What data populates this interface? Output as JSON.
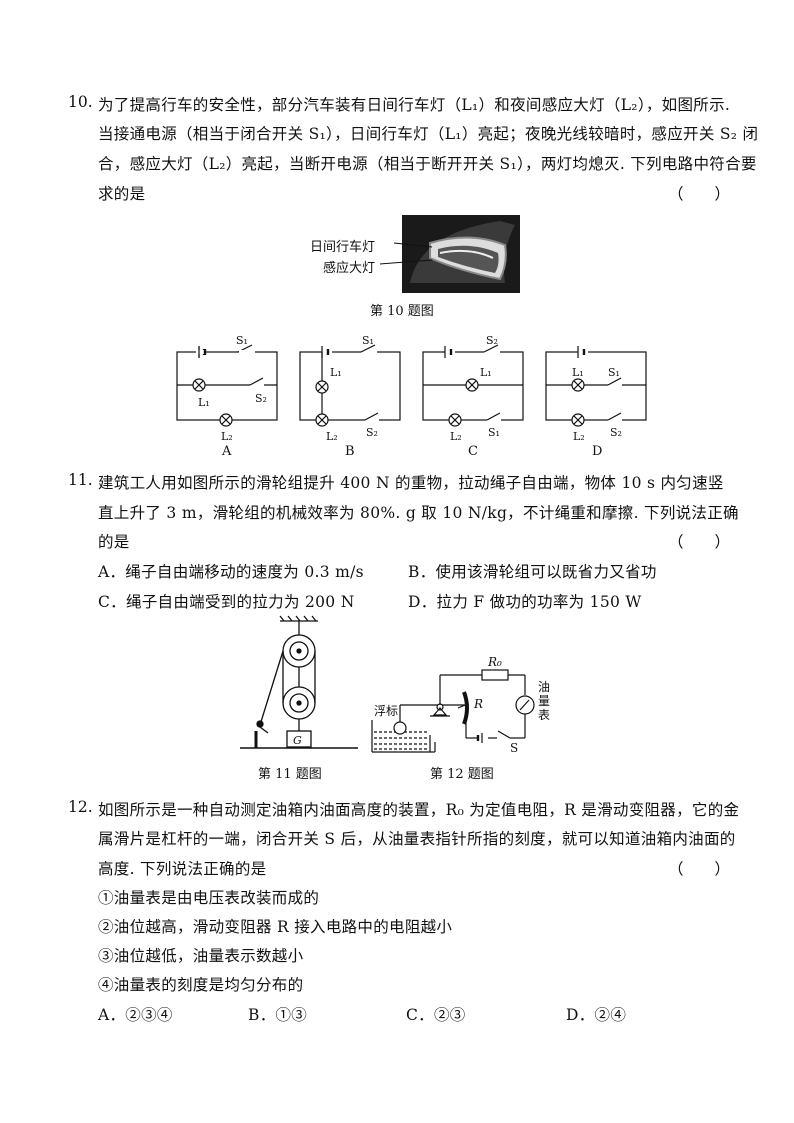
{
  "q10": {
    "number": "10.",
    "lines": [
      "为了提高行车的安全性，部分汽车装有日间行车灯（L₁）和夜间感应大灯（L₂），如图所示.",
      "当接通电源（相当于闭合开关 S₁），日间行车灯（L₁）亮起；夜晚光线较暗时，感应开关 S₂ 闭",
      "合，感应大灯（L₂）亮起，当断开电源（相当于断开开关 S₁），两灯均熄灭. 下列电路中符合要",
      "求的是"
    ],
    "paren": "（　　）",
    "figure_labels": [
      "日间行车灯",
      "感应大灯"
    ],
    "figure_caption": "第 10 题图",
    "circuit_options": [
      "A",
      "B",
      "C",
      "D"
    ],
    "circuit_labels": {
      "s1": "S₁",
      "s2": "S₂",
      "l1": "L₁",
      "l2": "L₂"
    }
  },
  "q11": {
    "number": "11.",
    "lines": [
      "建筑工人用如图所示的滑轮组提升 400 N 的重物，拉动绳子自由端，物体 10 s 内匀速竖",
      "直上升了 3 m，滑轮组的机械效率为 80%. g 取 10 N/kg，不计绳重和摩擦. 下列说法正确",
      "的是"
    ],
    "paren": "（　　）",
    "options": [
      "A．绳子自由端移动的速度为 0.3 m/s",
      "B．使用该滑轮组可以既省力又省功",
      "C．绳子自由端受到的拉力为 200 N",
      "D．拉力 F 做功的功率为 150 W"
    ],
    "figure_caption": "第 11 题图",
    "weight_label": "G"
  },
  "q12": {
    "number": "12.",
    "lines": [
      "如图所示是一种自动测定油箱内油面高度的装置，R₀ 为定值电阻，R 是滑动变阻器，它的金",
      "属滑片是杠杆的一端，闭合开关 S 后，从油量表指针所指的刻度，就可以知道油箱内油面的",
      "高度. 下列说法正确的是"
    ],
    "paren": "（　　）",
    "statements": [
      "①油量表是由电压表改装而成的",
      "②油位越高，滑动变阻器 R 接入电路中的电阻越小",
      "③油位越低，油量表示数越小",
      "④油量表的刻度是均匀分布的"
    ],
    "options": [
      "A．②③④",
      "B．①③",
      "C．②③",
      "D．②④"
    ],
    "figure_caption": "第 12 题图",
    "fig_labels": {
      "float": "浮标",
      "r0": "R₀",
      "r": "R",
      "meter": "油量表",
      "s": "S"
    }
  }
}
